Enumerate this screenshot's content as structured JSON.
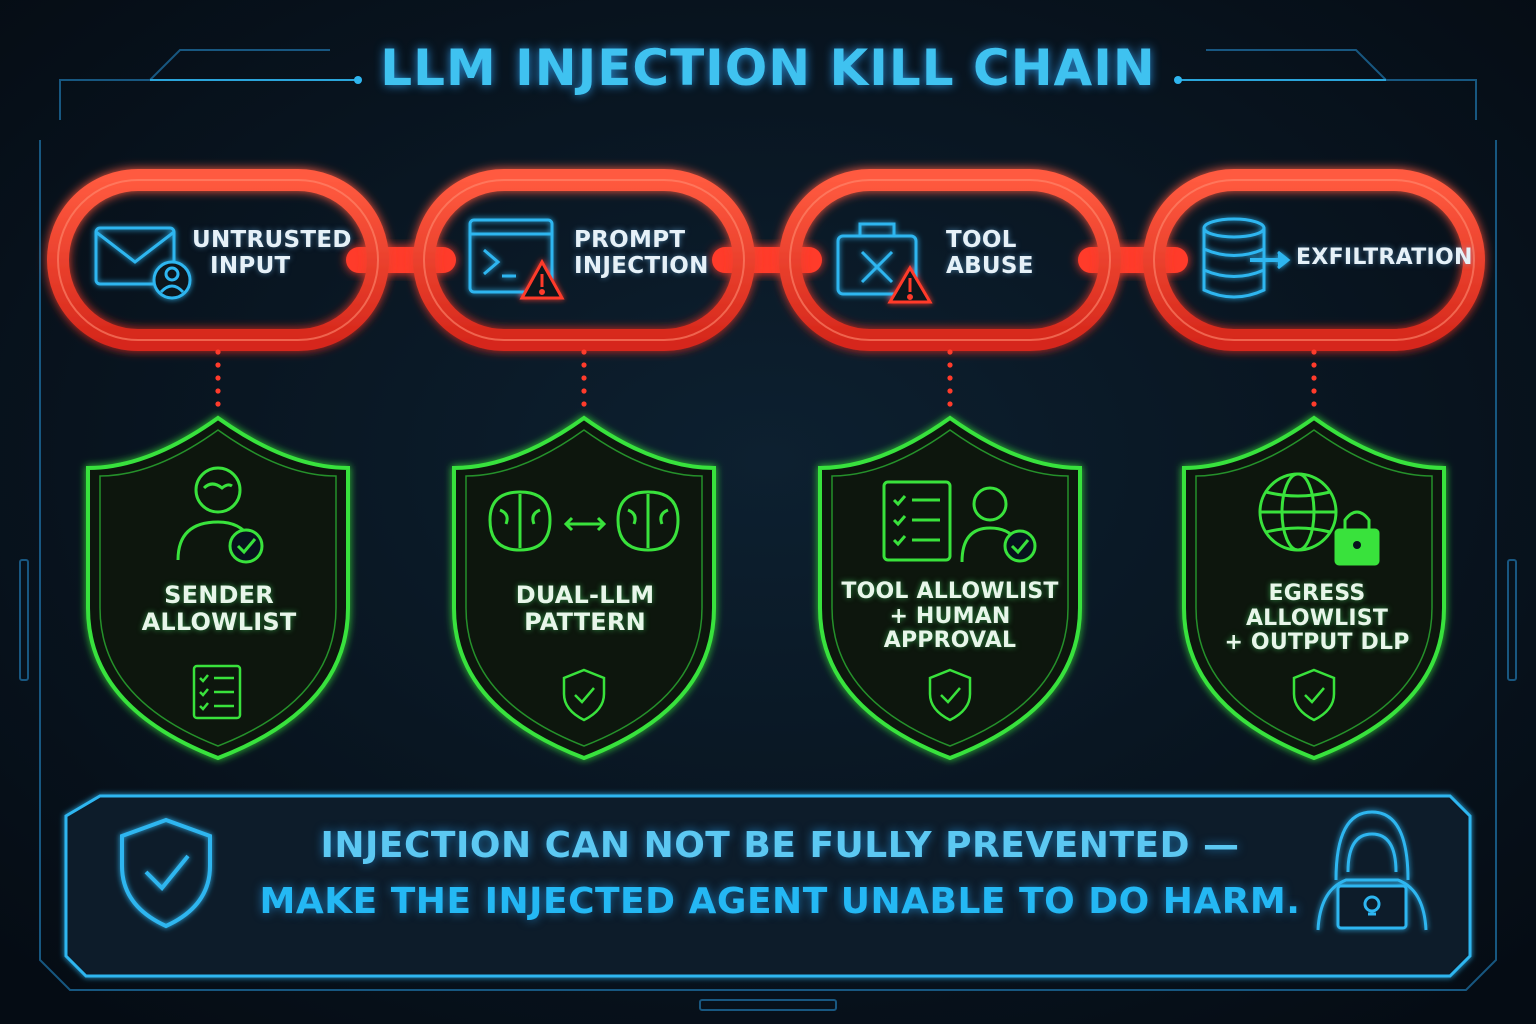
{
  "title": "LLM INJECTION KILL CHAIN",
  "chain": [
    {
      "label": [
        "UNTRUSTED",
        "INPUT"
      ],
      "icon": "envelope-user-icon"
    },
    {
      "label": [
        "PROMPT",
        "INJECTION"
      ],
      "icon": "terminal-warning-icon"
    },
    {
      "label": [
        "TOOL",
        "ABUSE"
      ],
      "icon": "toolbox-warning-icon"
    },
    {
      "label": [
        "EXFILTRATION"
      ],
      "icon": "database-arrow-icon"
    }
  ],
  "defenses": [
    {
      "label": [
        "SENDER",
        "ALLOWLIST"
      ],
      "icon": "user-check-icon",
      "badge": "checklist-icon"
    },
    {
      "label": [
        "DUAL-LLM",
        "PATTERN"
      ],
      "icon": "two-brains-icon",
      "badge": "shield-check-icon"
    },
    {
      "label": [
        "TOOL ALLOWLIST",
        "+ HUMAN",
        "APPROVAL"
      ],
      "icon": "checklist-user-icon",
      "badge": "shield-check-icon"
    },
    {
      "label": [
        "EGRESS ALLOWLIST",
        "+ OUTPUT DLP"
      ],
      "icon": "globe-lock-icon",
      "badge": "shield-check-icon"
    }
  ],
  "banner": {
    "line1": "INJECTION CAN NOT BE FULLY PREVENTED —",
    "line2": "MAKE THE INJECTED AGENT UNABLE TO DO HARM.",
    "left_icon": "shield-check-icon",
    "right_icon": "hooded-hacker-icon"
  },
  "colors": {
    "background": "#07121d",
    "chain": "#ff3b2b",
    "shield": "#39e23c",
    "accent": "#2fb6f0",
    "frame": "#1e6a9a"
  }
}
